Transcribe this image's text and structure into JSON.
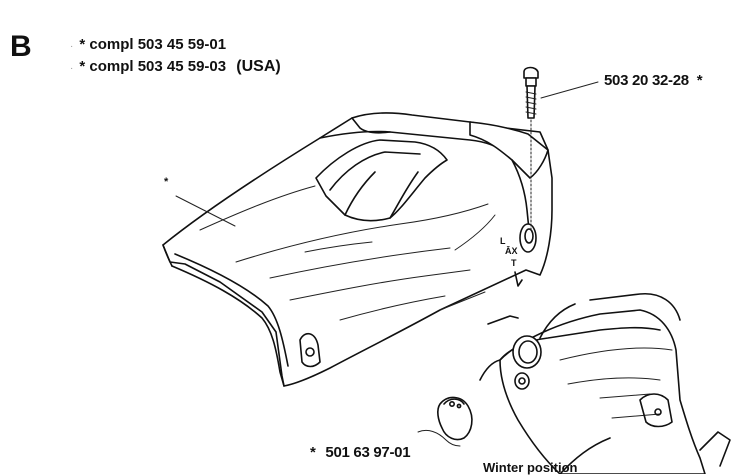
{
  "section_letter": "B",
  "assembly_refs": [
    {
      "marker": "*",
      "text": "compl 503 45 59-01",
      "suffix": ""
    },
    {
      "marker": "*",
      "text": "compl 503 45 59-03",
      "suffix": "(USA)"
    }
  ],
  "callouts": {
    "screw": {
      "part_no": "503 20 32-28",
      "marker": "*"
    },
    "cover": {
      "marker": "*"
    },
    "plate": {
      "marker": "*",
      "part_no": "501 63 97-01"
    }
  },
  "cover_stamp": {
    "line1": "L",
    "line2": "ĀX",
    "line3": "T"
  },
  "caption": "Winter position"
}
